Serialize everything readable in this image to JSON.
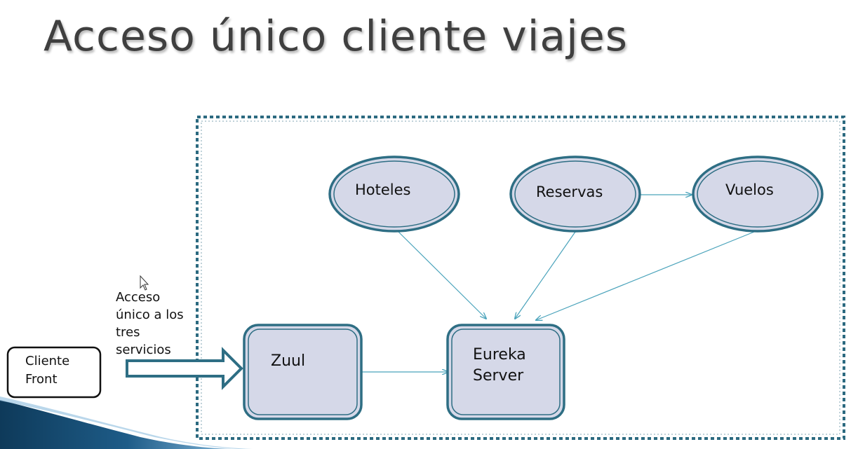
{
  "slide": {
    "title": "Acceso único cliente viajes"
  },
  "nodes": {
    "hoteles": "Hoteles",
    "reservas": "Reservas",
    "vuelos": "Vuelos",
    "zuul": "Zuul",
    "eureka_line1": "Eureka",
    "eureka_line2": "Server",
    "cliente_line1": "Cliente",
    "cliente_line2": "Front"
  },
  "annotation": {
    "acceso_text": "Acceso único a los tres servicios"
  },
  "edges": [
    {
      "from": "Hoteles",
      "to": "Eureka Server"
    },
    {
      "from": "Reservas",
      "to": "Eureka Server"
    },
    {
      "from": "Vuelos",
      "to": "Eureka Server"
    },
    {
      "from": "Reservas",
      "to": "Vuelos"
    },
    {
      "from": "Zuul",
      "to": "Eureka Server"
    },
    {
      "from": "Cliente Front",
      "to": "Zuul"
    }
  ],
  "colors": {
    "node_fill": "#d5d8e8",
    "node_border": "#2e6e84",
    "connector": "#4aa3bb",
    "dashed_border": "#2c6a80",
    "big_arrow": "#2e6e84",
    "title": "#3f3f3f"
  }
}
